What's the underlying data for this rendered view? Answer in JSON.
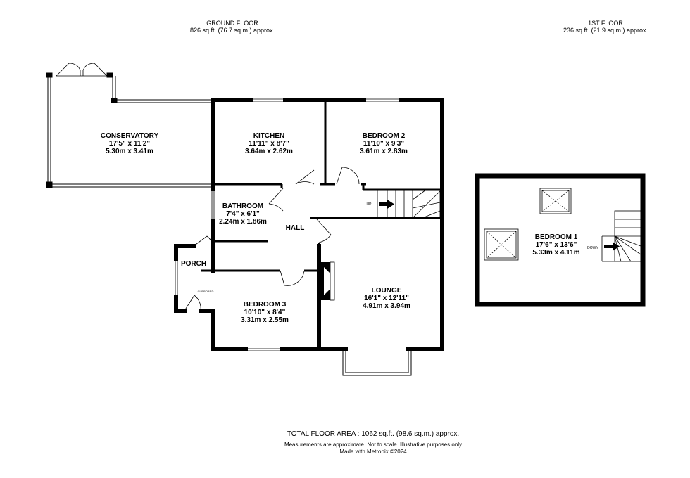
{
  "ground_floor": {
    "title": "GROUND FLOOR",
    "area": "826 sq.ft. (76.7 sq.m.) approx."
  },
  "first_floor": {
    "title": "1ST FLOOR",
    "area": "236 sq.ft. (21.9 sq.m.) approx."
  },
  "rooms": {
    "conservatory": {
      "name": "CONSERVATORY",
      "imperial": "17'5\" x 11'2\"",
      "metric": "5.30m  x 3.41m"
    },
    "kitchen": {
      "name": "KITCHEN",
      "imperial": "11'11\" x 8'7\"",
      "metric": "3.64m  x 2.62m"
    },
    "bedroom2": {
      "name": "BEDROOM 2",
      "imperial": "11'10\" x 9'3\"",
      "metric": "3.61m  x 2.83m"
    },
    "bathroom": {
      "name": "BATHROOM",
      "imperial": "7'4\" x 6'1\"",
      "metric": "2.24m  x 1.86m"
    },
    "hall": {
      "name": "HALL"
    },
    "porch": {
      "name": "PORCH"
    },
    "bedroom3": {
      "name": "BEDROOM 3",
      "imperial": "10'10\" x 8'4\"",
      "metric": "3.31m  x 2.55m"
    },
    "lounge": {
      "name": "LOUNGE",
      "imperial": "16'1\" x 12'11\"",
      "metric": "4.91m  x 3.94m"
    },
    "bedroom1": {
      "name": "BEDROOM 1",
      "imperial": "17'6\" x 13'6\"",
      "metric": "5.33m  x 4.11m"
    }
  },
  "labels": {
    "up": "UP",
    "down": "DOWN",
    "cupboard": "CUPBOARD"
  },
  "footer": {
    "total_area": "TOTAL FLOOR AREA : 1062 sq.ft. (98.6 sq.m.) approx.",
    "note": "Measurements are approximate.  Not to scale.  Illustrative purposes only",
    "credit": "Made with Metropix ©2024"
  }
}
